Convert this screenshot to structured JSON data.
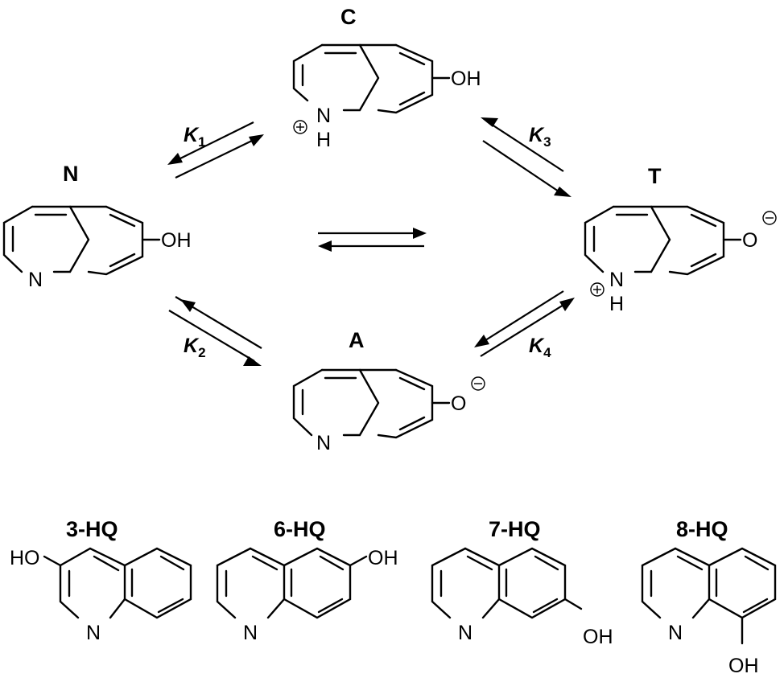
{
  "species": {
    "C": {
      "label": "C",
      "group": "OH",
      "nitrogen": "N",
      "hydrogen": "H",
      "charge": "+"
    },
    "N": {
      "label": "N",
      "group": "OH",
      "nitrogen": "N"
    },
    "T": {
      "label": "T",
      "group": "O",
      "nitrogen": "N",
      "hydrogen": "H",
      "charge": "+",
      "anion": "−"
    },
    "A": {
      "label": "A",
      "group": "O",
      "nitrogen": "N",
      "anion": "−"
    }
  },
  "equilibria": {
    "k1": {
      "symbol": "K",
      "sub": "1"
    },
    "k2": {
      "symbol": "K",
      "sub": "2"
    },
    "k3": {
      "symbol": "K",
      "sub": "3"
    },
    "k4": {
      "symbol": "K",
      "sub": "4"
    }
  },
  "isomers": [
    {
      "label": "3-HQ",
      "group": "HO",
      "nitrogen": "N"
    },
    {
      "label": "6-HQ",
      "group": "OH",
      "nitrogen": "N"
    },
    {
      "label": "7-HQ",
      "group": "OH",
      "nitrogen": "N"
    },
    {
      "label": "8-HQ",
      "group": "OH",
      "nitrogen": "N"
    }
  ]
}
